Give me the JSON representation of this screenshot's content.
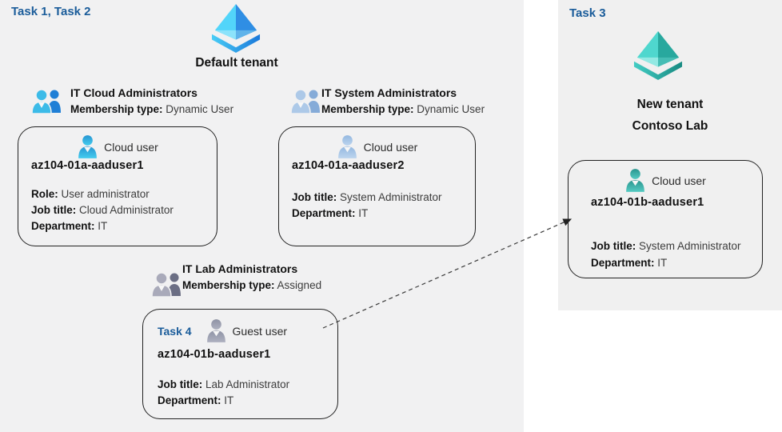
{
  "colors": {
    "task_label_blue": "#1a5c9a",
    "left_background": "#f1f1f2",
    "panel_background": "#f0f0f0",
    "card_border": "#222222",
    "aad_icon_blue": [
      "#52d5fa",
      "#2f8ee4",
      "#8ce3fb",
      "#5fb3ea",
      "#49cdf6",
      "#1a78da"
    ],
    "aad_icon_teal": [
      "#4fd7ce",
      "#28a89e",
      "#93e9e3",
      "#45bdb4",
      "#43cdc4",
      "#188a81"
    ]
  },
  "icons": {
    "left_tenant": "azure-ad-pyramid-blue-icon",
    "right_tenant": "azure-ad-pyramid-teal-icon",
    "group1": "two-users-cyan-icon",
    "group2": "two-users-paleblue-icon",
    "group3": "two-users-gray-icon",
    "card1_user": "person-cyan-icon",
    "card2_user": "person-paleblue-icon",
    "card3_user": "person-gray-icon",
    "card4_user": "person-teal-icon"
  },
  "left": {
    "task_label": "Task 1, Task 2",
    "tenant_title": "Default tenant",
    "groups": [
      {
        "title": "IT Cloud Administrators",
        "membership_label": "Membership type:",
        "membership_value": "Dynamic User"
      },
      {
        "title": "IT System Administrators",
        "membership_label": "Membership type:",
        "membership_value": "Dynamic User"
      },
      {
        "title": "IT Lab Administrators",
        "membership_label": "Membership type:",
        "membership_value": "Assigned"
      }
    ],
    "cards": [
      {
        "user_type": "Cloud user",
        "name": "az104-01a-aaduser1",
        "fields": [
          {
            "label": "Role:",
            "value": "User administrator"
          },
          {
            "label": "Job title:",
            "value": "Cloud Administrator"
          },
          {
            "label": "Department:",
            "value": "IT"
          }
        ]
      },
      {
        "user_type": "Cloud user",
        "name": "az104-01a-aaduser2",
        "fields": [
          {
            "label": "Job title:",
            "value": "System Administrator"
          },
          {
            "label": "Department:",
            "value": "IT"
          }
        ]
      },
      {
        "task_label": "Task 4",
        "user_type": "Guest user",
        "name": "az104-01b-aaduser1",
        "fields": [
          {
            "label": "Job title:",
            "value": "Lab Administrator"
          },
          {
            "label": "Department:",
            "value": "IT"
          }
        ]
      }
    ]
  },
  "right": {
    "task_label": "Task 3",
    "tenant_title_line1": "New tenant",
    "tenant_title_line2": "Contoso Lab",
    "card": {
      "user_type": "Cloud user",
      "name": "az104-01b-aaduser1",
      "fields": [
        {
          "label": "Job title:",
          "value": "System Administrator"
        },
        {
          "label": "Department:",
          "value": "IT"
        }
      ]
    }
  }
}
